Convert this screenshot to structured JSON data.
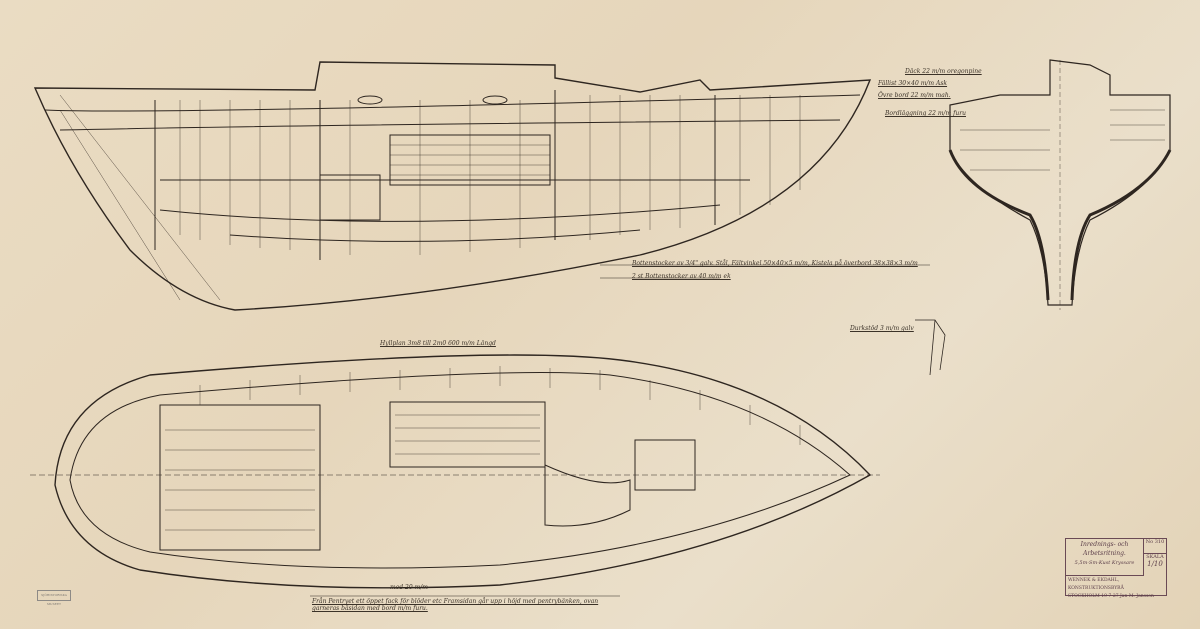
{
  "drawing": {
    "views": [
      "profile",
      "plan",
      "midship-section"
    ],
    "notes": {
      "floor_note": "Bottenstocker av 3/4\" galv. Stål, Fältvinkel 50×40×5 m/m, Kistela på överbord 38×38×3 m/m",
      "floor_note2": "2 st Bottenstocker av 40 m/m ek",
      "shelf_note": "Hyllplan 3m8 till 2m0 600 m/m Längd",
      "bottom_note": "Från Pentryet ett öppet fack för blöder etc Framsidan går upp i höjd med pentrybänken, ovan garneras bäsidan med bord m/m furu.",
      "section_notes": [
        "Däck 22 m/m oregonpine",
        "Fällist 30×40 m/m Ask",
        "Övre bord 22 m/m mah.",
        "Bordläggning 22 m/m furu",
        "Durkstöd 3 m/m galv"
      ],
      "firm_note": "mod 20 m/m"
    },
    "title_block": {
      "title_line1": "Inrednings- och",
      "title_line2": "Arbetsritning.",
      "title_line3": "5,5m-Sm-Kust Kryssare",
      "number_label": "No 310",
      "scale_label": "SKALA",
      "scale_value": "1/10",
      "firm": "WENNEK & EKDAHL, KONSTRUKTIONSBYRÅ",
      "city": "STOCKHOLM 19-7-27 Jan M. Jansson"
    },
    "stamp": "SJÖHISTORISKA MUSEET"
  },
  "colors": {
    "paper": "#e9dcc6",
    "ink": "#2e2620",
    "stamp": "#6a4a55"
  }
}
